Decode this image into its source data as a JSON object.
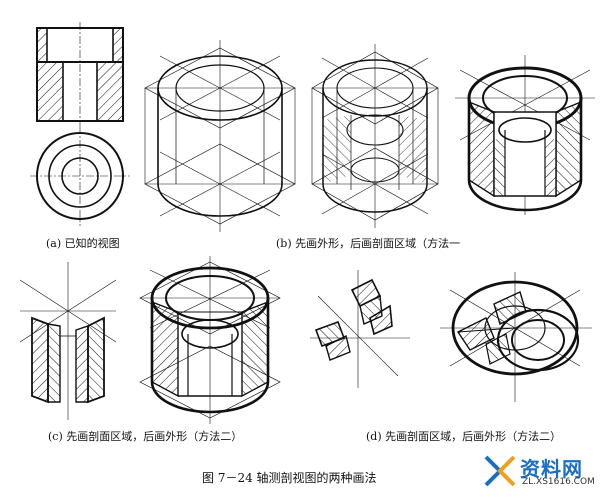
{
  "captions": {
    "a": "(a) 已知的视图",
    "b": "(b) 先画外形，后画剖面区域（方法一",
    "c": "(c) 先画剖面区域，后画外形（方法二）",
    "d": "(d) 先画剖面区域，后画外形（方法二）"
  },
  "figure_title": "图 7－24   轴测剖视图的两种画法",
  "watermark": {
    "text": "资料网",
    "url": "ZL.XS1616.COM",
    "color": "#1a6fc4"
  }
}
